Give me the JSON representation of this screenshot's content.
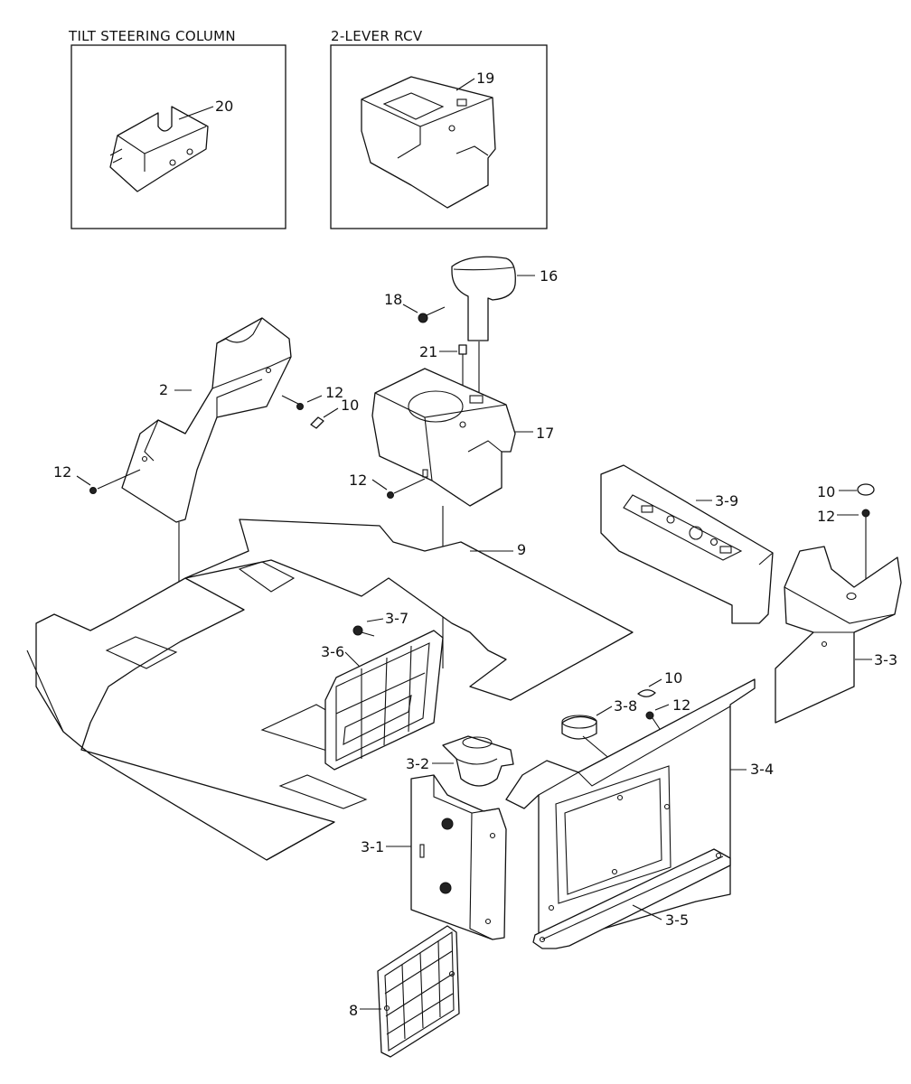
{
  "insets": [
    {
      "title": "TILT STEERING COLUMN"
    },
    {
      "title": "2-LEVER RCV"
    }
  ],
  "callouts": {
    "c20": "20",
    "c19": "19",
    "c16": "16",
    "c18": "18",
    "c21": "21",
    "c2": "2",
    "c12a": "12",
    "c10a": "10",
    "c12b": "12",
    "c17": "17",
    "c12c": "12",
    "c3_9": "3-9",
    "c10b": "10",
    "c12d": "12",
    "c9": "9",
    "c3_7": "3-7",
    "c3_6": "3-6",
    "c10c": "10",
    "c12e": "12",
    "c3_3": "3-3",
    "c3_8": "3-8",
    "c3_2": "3-2",
    "c3_4": "3-4",
    "c3_1": "3-1",
    "c3_5": "3-5",
    "c8": "8"
  }
}
